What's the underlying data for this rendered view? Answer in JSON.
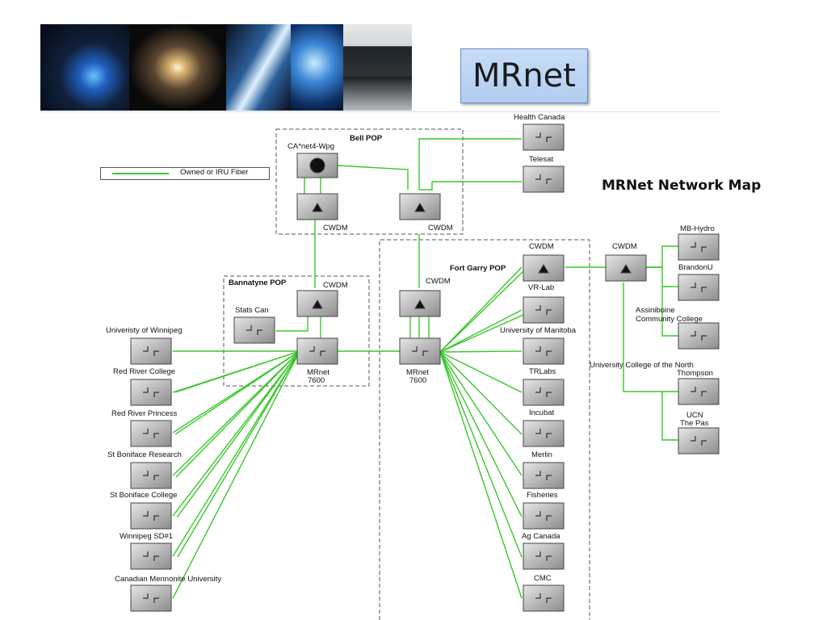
{
  "slide_title": "MRnet",
  "map_title": "MRNet Network Map",
  "legend": {
    "label": "Owned or IRU Fiber"
  },
  "colors": {
    "fiber": "#39c72b",
    "box_fill": "#c7dcf6"
  },
  "pops": {
    "bell": "Bell POP",
    "bannatyne": "Bannatyne POP",
    "fort_garry": "Fort Garry  POP"
  },
  "nodes": {
    "health_canada": "Health Canada",
    "telesat": "Telesat",
    "canet4": "CA*net4-Wpg",
    "bell_cwdm_left": "CWDM",
    "bell_cwdm_right": "CWDM",
    "bannatyne_cwdm": "CWDM",
    "stats_can": "Stats Can",
    "mrnet_bannatyne_1": "MRnet",
    "mrnet_bannatyne_2": "7600",
    "fg_cwdm_left": "CWDM",
    "mrnet_fg_1": "MRnet",
    "mrnet_fg_2": "7600",
    "fg_cwdm_top": "CWDM",
    "brandon_cwdm": "CWDM",
    "mb_hydro": "MB-Hydro",
    "brandon_u": "BrandonU",
    "acc_1": "Assiniboine",
    "acc_2": "Community College",
    "ucnt_1": "University College of the North",
    "ucnt_2": "Thompson",
    "ucn_1": "UCN",
    "ucn_2": "The Pas",
    "u_winnipeg": "Univeristy of Winnipeg",
    "red_river_college": "Red River College",
    "red_river_princess": "Red River Princess",
    "st_boniface_research": "St Boniface Research",
    "st_boniface_college": "St Boniface College",
    "winnipeg_sd1": "Winnipeg SD#1",
    "cmu": "Canadian Mennonite University",
    "vr_lab": "VR-Lab",
    "u_manitoba": "University of Manitoba",
    "trlabs": "TRLabs",
    "incubat": "Incubat",
    "merlin": "Merlin",
    "fisheries": "Fisheries",
    "ag_canada": "Ag Canada",
    "cmc": "CMC"
  }
}
